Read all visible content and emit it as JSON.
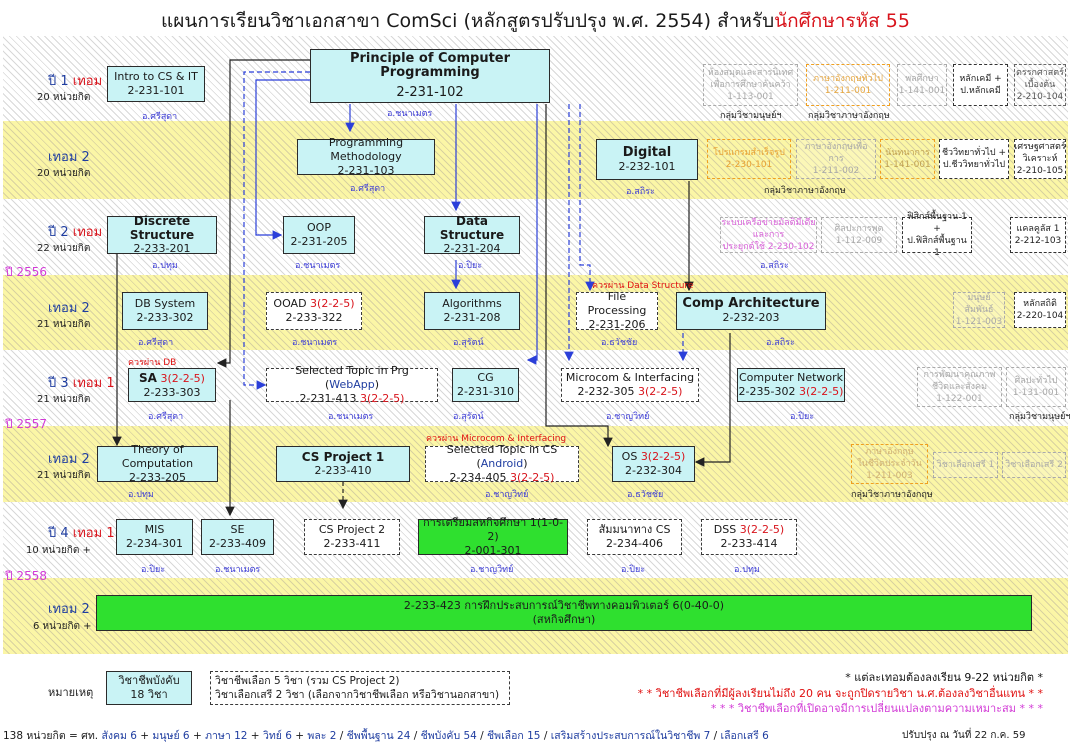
{
  "title": {
    "prefix": "แผนการเรียนวิชาเอกสาขา ComSci (หลักสูตรปรับปรุง พ.ศ. 2554)  สำหรับ",
    "highlight": "นักศึกษารหัส 55"
  },
  "semesters": [
    {
      "year": "ปี 1",
      "term": "เทอม 1",
      "credits": "20 หน่วยกิต"
    },
    {
      "year": "",
      "term": "เทอม 2",
      "credits": "20 หน่วยกิต"
    },
    {
      "year": "ปี 2",
      "term": "เทอม 1",
      "credits": "22 หน่วยกิต"
    },
    {
      "year": "",
      "term": "เทอม 2",
      "credits": "21 หน่วยกิต"
    },
    {
      "year": "ปี 3",
      "term": "เทอม 1",
      "credits": "21 หน่วยกิต"
    },
    {
      "year": "",
      "term": "เทอม 2",
      "credits": "21 หน่วยกิต"
    },
    {
      "year": "ปี 4",
      "term": "เทอม 1",
      "credits": "10 หน่วยกิต +"
    },
    {
      "year": "",
      "term": "เทอม 2",
      "credits": "6 หน่วยกิต +"
    }
  ],
  "year_labels": [
    "ปี 2556",
    "ปี 2557",
    "ปี 2558"
  ],
  "courses": {
    "intro": {
      "name": "Intro to CS & IT",
      "code": "2-231-101",
      "prof": "อ.ศรีสุดา"
    },
    "pcp": {
      "name": "Principle of Computer Programming",
      "code": "2-231-102",
      "prof": "อ.ชนาเมตร"
    },
    "pm": {
      "name": "Programming Methodology",
      "code": "2-231-103",
      "prof": "อ.ศรีสุดา"
    },
    "digital": {
      "name": "Digital",
      "code": "2-232-101",
      "prof": "อ.สถิระ"
    },
    "discrete": {
      "name": "Discrete Structure",
      "code": "2-233-201",
      "prof": "อ.ปทุม"
    },
    "oop": {
      "name": "OOP",
      "code": "2-231-205",
      "prof": "อ.ชนาเมตร"
    },
    "ds": {
      "name": "Data Structure",
      "code": "2-231-204",
      "prof": "อ.ปิยะ"
    },
    "db": {
      "name": "DB System",
      "code": "2-233-302",
      "prof": "อ.ศรีสุดา"
    },
    "ooad": {
      "name": "OOAD",
      "credit": "3(2-2-5)",
      "code": "2-233-322",
      "prof": "อ.ชนาเมตร"
    },
    "alg": {
      "name": "Algorithms",
      "code": "2-231-208",
      "prof": "อ.สุรัตน์"
    },
    "fp": {
      "name": "File Processing",
      "code": "2-231-206",
      "prof": "อ.ธวัชชัย"
    },
    "ca": {
      "name": "Comp Architecture",
      "code": "2-232-203",
      "prof": "อ.สถิระ"
    },
    "sa": {
      "name": "SA",
      "credit": "3(2-2-5)",
      "code": "2-233-303",
      "prof": "อ.ศรีสุดา"
    },
    "stp": {
      "name_a": "Selected Topic in Prg (",
      "name_hl": "WebApp",
      "name_b": ")",
      "code": "2-231-413",
      "credit": "3(2-2-5)",
      "prof": "อ.ชนาเมตร"
    },
    "cg": {
      "name": "CG",
      "code": "2-231-310",
      "prof": "อ.สุรัตน์"
    },
    "micro": {
      "name": "Microcom & Interfacing",
      "code": "2-232-305",
      "credit": "3(2-2-5)",
      "prof": "อ.ชาญวิทย์"
    },
    "net": {
      "name": "Computer Network",
      "code": "2-235-302",
      "credit": "3(2-2-5)",
      "prof": "อ.ปิยะ"
    },
    "toc": {
      "name": "Theory of Computation",
      "code": "2-233-205",
      "prof": "อ.ปทุม"
    },
    "csp1": {
      "name": "CS Project  1",
      "code": "2-233-410"
    },
    "stcs": {
      "name_a": "Selected Topic in CS (",
      "name_hl": "Android",
      "name_b": ")",
      "code": "2-234-405",
      "credit": "3(2-2-5)",
      "prof": "อ.ชาญวิทย์"
    },
    "os": {
      "name": "OS",
      "credit": "3(2-2-5)",
      "code": "2-232-304",
      "prof": "อ.ธวัชชัย"
    },
    "mis": {
      "name": "MIS",
      "code": "2-234-301",
      "prof": "อ.ปิยะ"
    },
    "se": {
      "name": "SE",
      "code": "2-233-409",
      "prof": "อ.ชนาเมตร"
    },
    "csp2": {
      "name": "CS Project 2",
      "code": "2-233-411"
    },
    "prep": {
      "name": "การเตรียมสหกิจศึกษา 1(1-0-2)",
      "code": "2-001-301",
      "prof": "อ.ชาญวิทย์"
    },
    "seminar": {
      "name": "สัมมนาทาง CS",
      "code": "2-234-406",
      "prof": "อ.ปิยะ"
    },
    "dss": {
      "name": "DSS",
      "credit": "3(2-2-5)",
      "code": "2-233-414",
      "prof": "อ.ปทุม"
    },
    "coop": {
      "line1": "2-233-423 การฝึกประสบการณ์วิชาชีพทางคอมพิวเตอร์  6(0-40-0)",
      "line2": "(สหกิจศึกษา)"
    }
  },
  "gened": {
    "r1": [
      {
        "l1": "ห้องสมุดและสารนิเทศ",
        "l2": "เพื่อการศึกษาค้นคว้า",
        "l3": "1-113-001"
      },
      {
        "l1": "ภาษาอังกฤษทั่วไป",
        "l2": "1-211-001"
      },
      {
        "l1": "พลศึกษา",
        "l2": "1-141-001"
      },
      {
        "l1": "หลักเคมี +",
        "l2": "ป.หลักเคมี"
      },
      {
        "l1": "ตรรกศาสตร์",
        "l2": "เบื้องต้น",
        "l3": "2-210-104"
      }
    ],
    "r1_notes": [
      "กลุ่มวิชามนุษย์ฯ",
      "กลุ่มวิชาภาษาอังกฤษ"
    ],
    "r2": [
      {
        "l1": "โปรแกรมสำเร็จรูป",
        "l2": "2-230-101"
      },
      {
        "l1": "ภาษาอังกฤษเพื่อการ",
        "l2": "1-211-002"
      },
      {
        "l1": "นันทนาการ",
        "l2": "1-141-001"
      },
      {
        "l1": "ชีววิทยาทั่วไป +",
        "l2": "ป.ชีววิทยาทั่วไป"
      },
      {
        "l1": "เศรษฐศาสตร์",
        "l2": "วิเคราะห์",
        "l3": "2-210-105"
      }
    ],
    "r2_note": "กลุ่มวิชาภาษาอังกฤษ",
    "r3": [
      {
        "l1": "ระบบเครือข่ายมัลติมีเดียและการ",
        "l2": "ประยุกต์ใช้  2-230-102"
      },
      {
        "l1": "ศิลปะการพูด",
        "l2": "1-112-009"
      },
      {
        "l1": "ฟิสิกส์พื้นฐาน 1 +",
        "l2": "ป.ฟิสิกส์พื้นฐาน 1"
      },
      {
        "l1": "แคลคูลัส 1",
        "l2": "2-212-103"
      }
    ],
    "r4": [
      {
        "l1": "มนุษย์สัมพันธ์",
        "l2": "1-121-003"
      },
      {
        "l1": "หลักสถิติ",
        "l2": "2-220-104"
      }
    ],
    "r5": [
      {
        "l1": "การพัฒนาคุณภาพ",
        "l2": "ชีวิตและสังคม",
        "l3": "1-122-001"
      },
      {
        "l1": "ศิลปะทั่วไป",
        "l2": "1-131-001"
      }
    ],
    "r5_note": "กลุ่มวิชามนุษย์ฯ",
    "r6": [
      {
        "l1": "ภาษาอังกฤษ",
        "l2": "ในชีวิตประจำวัน",
        "l3": "1-211-003"
      },
      {
        "l1": "วิชาเลือกเสรี 1"
      },
      {
        "l1": "วิชาเลือกเสรี 2"
      }
    ],
    "r6_note": "กลุ่มวิชาภาษาอังกฤษ"
  },
  "notes": {
    "prereq_db": "ควรผ่าน DB",
    "prereq_ds": "ควรผ่าน Data Structure",
    "prereq_micro": "ควรผ่าน Microcom & Interfacing"
  },
  "legend": {
    "label": "หมายเหตุ",
    "core_l1": "วิชาชีพบังคับ",
    "core_l2": "18 วิชา",
    "elec_l1": "วิชาชีพเลือก  5 วิชา (รวม CS Project 2)",
    "elec_l2": "วิชาเลือกเสรี  2 วิชา (เลือกจากวิชาชีพเลือก หรือวิชานอกสาขา)"
  },
  "remarks": [
    "* แต่ละเทอมต้องลงเรียน 9-22 หน่วยกิต *",
    "* * วิชาชีพเลือกที่มีผู้ลงเรียนไม่ถึง 20 คน จะถูกปิดรายวิชา น.ศ.ต้องลงวิชาอื่นแทน * *",
    "* * * วิชาชีพเลือกที่เปิดอาจมีการเปลี่ยนแปลงตามความเหมาะสม * * *"
  ],
  "footer": {
    "p1": "138 หน่วยกิต = ศท. ",
    "s1": "สังคม 6",
    "p2": " + ",
    "s2": "มนุษย์ 6",
    "p3": " + ",
    "s3": "ภาษา 12",
    "p4": " + ",
    "s4": "วิทย์ 6",
    "p5": " + ",
    "s5": "พละ 2",
    "p6": " / ",
    "s6": "ชีพพื้นฐาน 24",
    "p7": " / ",
    "s7": "ชีพบังคับ 54",
    "p8": " / ",
    "s8": "ชีพเลือก 15",
    "p9": " / ",
    "s9": "เสริมสร้างประสบการณ์ในวิชาชีพ 7",
    "p10": " / ",
    "s10": "เลือกเสรี 6",
    "updated": "ปรับปรุง ณ วันที่ 22 ก.ค. 59"
  },
  "colors": {
    "core": "#c9f3f5",
    "green": "#2fe02f",
    "red": "#d8141c",
    "blue": "#1f3da0",
    "magenta": "#d23ad6",
    "yellow_band": "#fbf6a6"
  }
}
